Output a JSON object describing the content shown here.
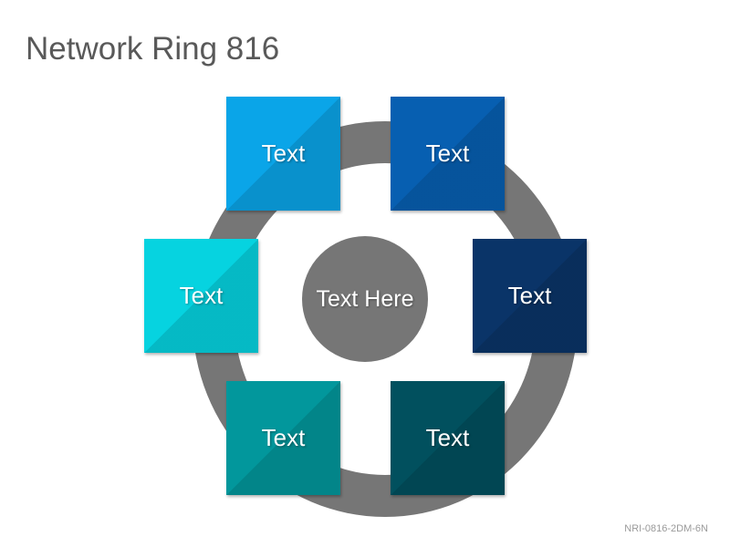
{
  "title": "Network Ring 816",
  "center": {
    "label": "Text Here"
  },
  "nodes": [
    {
      "label": "Text",
      "color": "#0aa5e8"
    },
    {
      "label": "Text",
      "color": "#075fb1"
    },
    {
      "label": "Text",
      "color": "#0a3468"
    },
    {
      "label": "Text",
      "color": "#01505e"
    },
    {
      "label": "Text",
      "color": "#02979c"
    },
    {
      "label": "Text",
      "color": "#06d3e0"
    }
  ],
  "ring_color": "#767676",
  "footer_code": "NRI-0816-2DM-6N"
}
